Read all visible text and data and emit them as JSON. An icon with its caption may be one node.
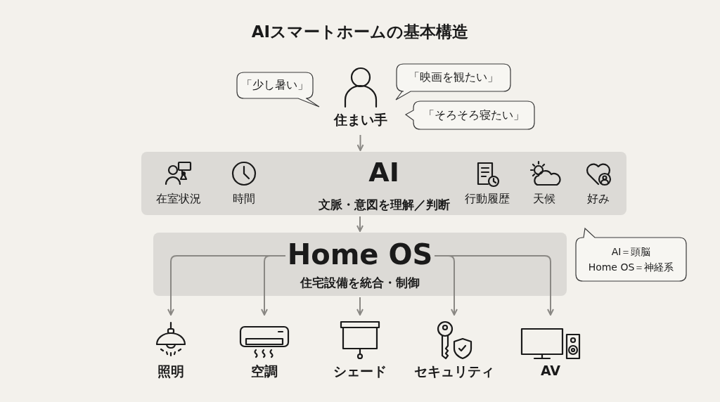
{
  "diagram": {
    "title": "AIスマートホームの基本構造",
    "nodes": [
      {
        "text": [
          "「少し暑い」"
        ]
      },
      {
        "text": [
          "住まい手"
        ]
      },
      {
        "text": [
          "「映画を観たい」"
        ]
      },
      {
        "text": [
          "「そろそろ寝たい」"
        ]
      },
      {
        "text": [
          "AI",
          "文脈・意図を理解／判断"
        ]
      },
      {
        "text": [
          "在室状況"
        ],
        "in": 4
      },
      {
        "text": [
          "時間"
        ],
        "in": 4
      },
      {
        "text": [
          "行動履歴"
        ],
        "in": 4
      },
      {
        "text": [
          "天候"
        ],
        "in": 4
      },
      {
        "text": [
          "好み"
        ],
        "in": 4
      },
      {
        "text": [
          "Home OS",
          "住宅設備を統合・制御"
        ]
      },
      {
        "text": [
          "AI＝頭脳",
          "Home OS＝神経系"
        ]
      },
      {
        "text": [
          "照明"
        ]
      },
      {
        "text": [
          "空調"
        ]
      },
      {
        "text": [
          "シェード"
        ]
      },
      {
        "text": [
          "セキュリティ"
        ]
      },
      {
        "text": [
          "AV"
        ]
      }
    ],
    "edges": [
      {
        "from": 1,
        "to": 4,
        "arrow": "to"
      },
      {
        "from": 4,
        "to": 10,
        "arrow": "to"
      },
      {
        "from": 10,
        "to": 12,
        "arrow": "to"
      },
      {
        "from": 10,
        "to": 13,
        "arrow": "to"
      },
      {
        "from": 10,
        "to": 14,
        "arrow": "to"
      },
      {
        "from": 10,
        "to": 15,
        "arrow": "to"
      },
      {
        "from": 10,
        "to": 16,
        "arrow": "to"
      }
    ]
  }
}
